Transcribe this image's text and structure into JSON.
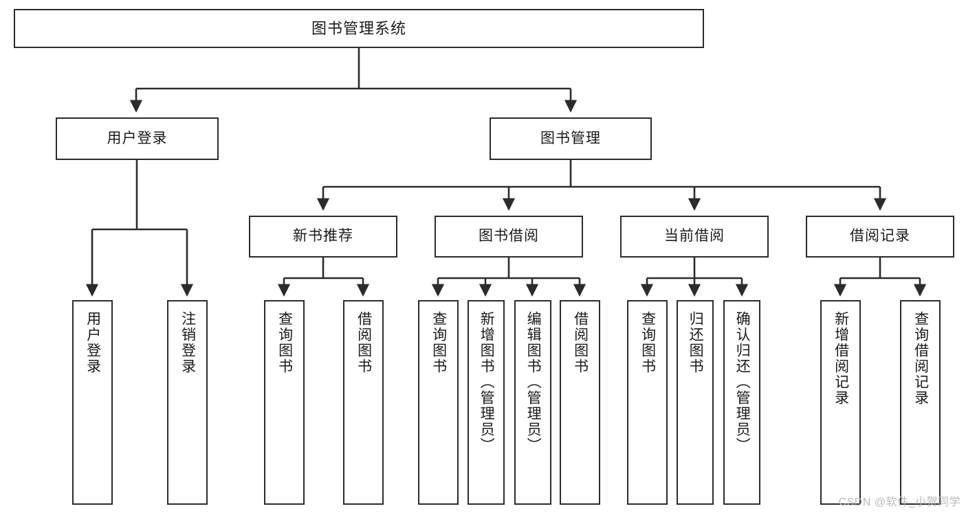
{
  "diagram": {
    "type": "tree",
    "title": "图书管理系统",
    "orientation": "top-down",
    "colors": {
      "box_border": "#2b2b2b",
      "box_fill": "#ffffff",
      "connector": "#2b2b2b",
      "text": "#1a1a1a",
      "watermark": "#b9b9b9",
      "background": "#ffffff"
    },
    "levels": {
      "root_label": "图书管理系统",
      "level2": [
        "用户登录",
        "图书管理"
      ],
      "level3": [
        "新书推荐",
        "图书借阅",
        "当前借阅",
        "借阅记录"
      ]
    },
    "nodes": {
      "root": {
        "label": "图书管理系统"
      },
      "user_login": {
        "label": "用户登录"
      },
      "book_manage": {
        "label": "图书管理"
      },
      "new_book_rec": {
        "label": "新书推荐"
      },
      "book_borrow": {
        "label": "图书借阅"
      },
      "current_borrow": {
        "label": "当前借阅"
      },
      "borrow_record": {
        "label": "借阅记录"
      },
      "leaf_user_login": {
        "label": "用户登录"
      },
      "leaf_logout": {
        "label": "注销登录"
      },
      "leaf_query_book_1": {
        "label": "查询图书"
      },
      "leaf_borrow_book_1": {
        "label": "借阅图书"
      },
      "leaf_query_book_2": {
        "label": "查询图书"
      },
      "leaf_add_book_admin": {
        "label": "新增图书（管理员）"
      },
      "leaf_edit_book_admin": {
        "label": "编辑图书（管理员）"
      },
      "leaf_borrow_book_2": {
        "label": "借阅图书"
      },
      "leaf_query_book_3": {
        "label": "查询图书"
      },
      "leaf_return_book": {
        "label": "归还图书"
      },
      "leaf_confirm_return_admin": {
        "label": "确认归还（管理员）"
      },
      "leaf_add_borrow_record": {
        "label": "新增借阅记录"
      },
      "leaf_query_borrow_record": {
        "label": "查询借阅记录"
      }
    },
    "edges": [
      {
        "from": "root",
        "to": "user_login"
      },
      {
        "from": "root",
        "to": "book_manage"
      },
      {
        "from": "user_login",
        "to": "leaf_user_login"
      },
      {
        "from": "user_login",
        "to": "leaf_logout"
      },
      {
        "from": "book_manage",
        "to": "new_book_rec"
      },
      {
        "from": "book_manage",
        "to": "book_borrow"
      },
      {
        "from": "book_manage",
        "to": "current_borrow"
      },
      {
        "from": "book_manage",
        "to": "borrow_record"
      },
      {
        "from": "new_book_rec",
        "to": "leaf_query_book_1"
      },
      {
        "from": "new_book_rec",
        "to": "leaf_borrow_book_1"
      },
      {
        "from": "book_borrow",
        "to": "leaf_query_book_2"
      },
      {
        "from": "book_borrow",
        "to": "leaf_add_book_admin"
      },
      {
        "from": "book_borrow",
        "to": "leaf_edit_book_admin"
      },
      {
        "from": "book_borrow",
        "to": "leaf_borrow_book_2"
      },
      {
        "from": "current_borrow",
        "to": "leaf_query_book_3"
      },
      {
        "from": "current_borrow",
        "to": "leaf_return_book"
      },
      {
        "from": "current_borrow",
        "to": "leaf_confirm_return_admin"
      },
      {
        "from": "borrow_record",
        "to": "leaf_add_borrow_record"
      },
      {
        "from": "borrow_record",
        "to": "leaf_query_borrow_record"
      }
    ]
  },
  "watermark": {
    "text": "CSDN @软件_小贺同学"
  }
}
